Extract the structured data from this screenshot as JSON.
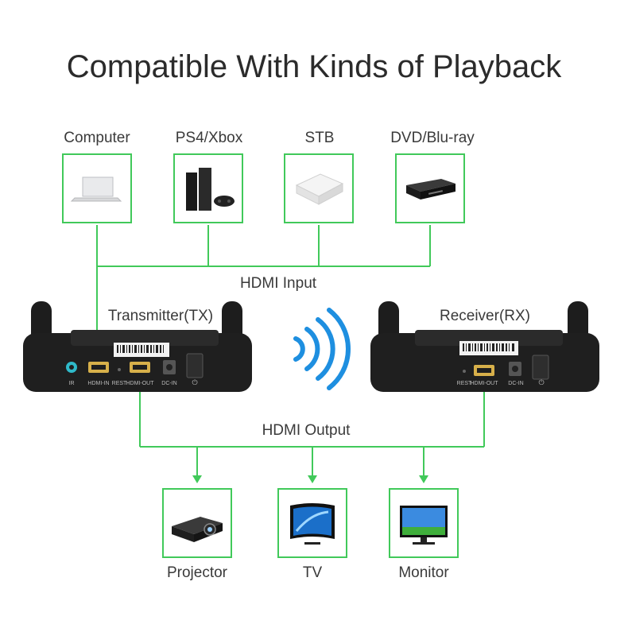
{
  "title": "Compatible With Kinds of Playback",
  "sources": [
    {
      "label": "Computer",
      "icon": "laptop-icon"
    },
    {
      "label": "PS4/Xbox",
      "icon": "game-console-icon"
    },
    {
      "label": "STB",
      "icon": "set-top-box-icon"
    },
    {
      "label": "DVD/Blu-ray",
      "icon": "dvd-player-icon"
    }
  ],
  "hdmi_input_label": "HDMI Input",
  "transmitter": {
    "label": "Transmitter(TX)",
    "ports": {
      "ir": "IR",
      "hdmi_in": "HDMI-IN",
      "rest": "REST",
      "hdmi_out": "HDMI-OUT",
      "dc_in": "DC-IN",
      "power": "⏻"
    }
  },
  "receiver": {
    "label": "Receiver(RX)",
    "ports": {
      "rest": "REST",
      "hdmi_out": "HDMI-OUT",
      "dc_in": "DC-IN",
      "power": "⏻"
    }
  },
  "hdmi_output_label": "HDMI Output",
  "displays": [
    {
      "label": "Projector",
      "icon": "projector-icon"
    },
    {
      "label": "TV",
      "icon": "tv-icon"
    },
    {
      "label": "Monitor",
      "icon": "monitor-icon"
    }
  ],
  "colors": {
    "line": "#41c95a",
    "signal": "#1e8fe0",
    "device": "#222222"
  }
}
